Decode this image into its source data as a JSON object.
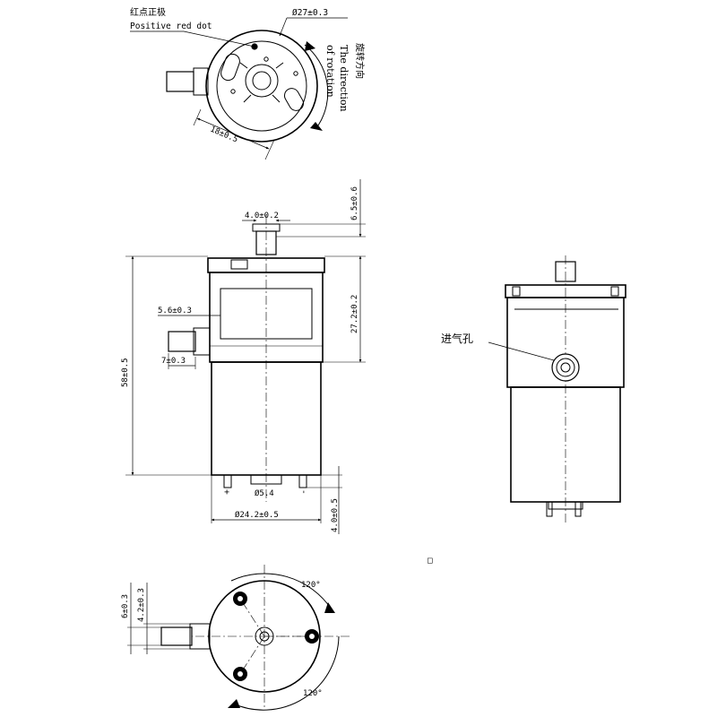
{
  "top_view": {
    "red_dot_cn": "红点正极",
    "red_dot_en": "Positive red dot",
    "diameter": "Ø27±0.3",
    "pitch": "18±0.5",
    "rotation_cn": "旋转方向",
    "rotation_en_1": "The direction",
    "rotation_en_2": "of rotation"
  },
  "side_view": {
    "top_nozzle": "4.0±0.2",
    "top_height": "6.5±0.6",
    "head_height": "27.2±0.2",
    "total_height": "58±0.5",
    "side_nozzle_dia": "5.6±0.3",
    "side_nozzle_len": "7±0.3",
    "terminal_plus": "+",
    "terminal_minus": "-",
    "shaft_dia": "Ø5.4",
    "body_dia": "Ø24.2±0.5",
    "terminal_len": "4.0±0.5"
  },
  "front_view": {
    "inlet_label": "进气孔"
  },
  "bottom_view": {
    "dim_outer": "6±0.3",
    "dim_inner": "4.2±0.3",
    "angle_top": "120°",
    "angle_bottom": "120°"
  },
  "misc": {
    "square_glyph": "□"
  }
}
